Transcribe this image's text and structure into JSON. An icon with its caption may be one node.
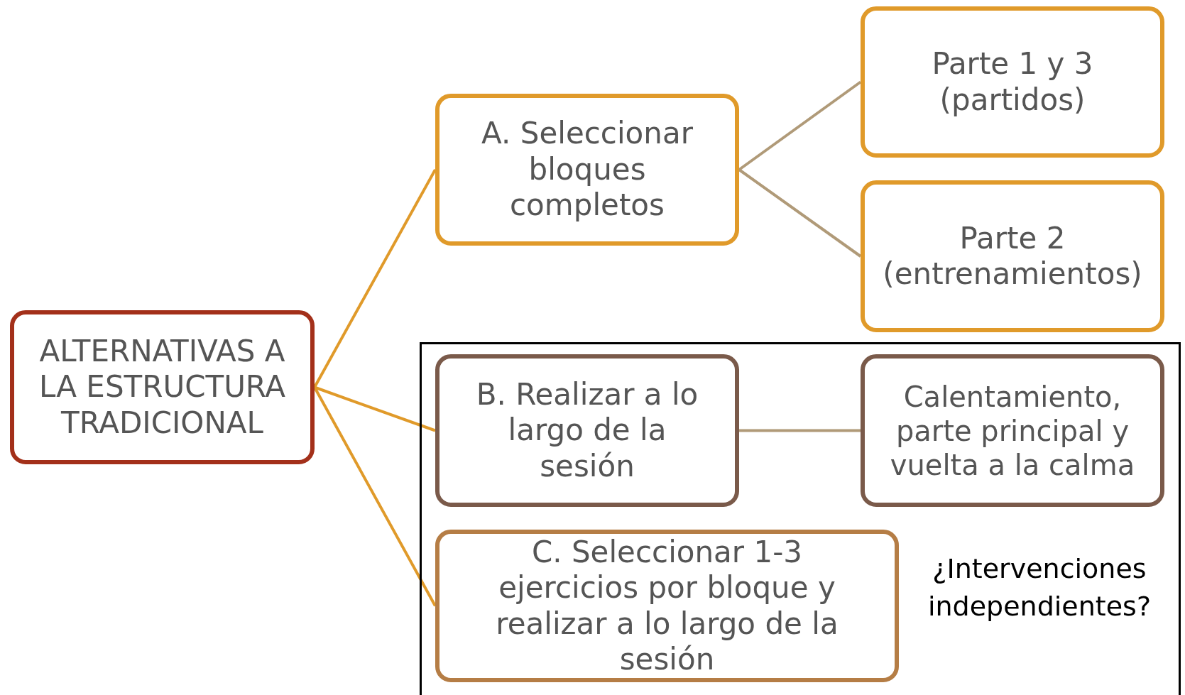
{
  "diagram": {
    "nodes": [
      {
        "text": [
          "ALTERNATIVAS A LA ESTRUCTURA TRADICIONAL"
        ]
      },
      {
        "text": [
          "A. Seleccionar bloques completos"
        ]
      },
      {
        "text": [
          "Parte 1 y 3 (partidos)"
        ]
      },
      {
        "text": [
          "Parte 2 (entrenamientos)"
        ]
      },
      {
        "text": [
          "¿Intervenciones independientes?"
        ]
      },
      {
        "text": [
          "B. Realizar a lo largo de la sesión"
        ],
        "in": 4
      },
      {
        "text": [
          "Calentamiento, parte principal y vuelta a la calma"
        ],
        "in": 4
      },
      {
        "text": [
          "C. Seleccionar 1-3 ejercicios por bloque y realizar a lo largo de la sesión"
        ],
        "in": 4
      }
    ],
    "edges": [
      {
        "from": 0,
        "to": 1,
        "arrow": "none",
        "color": "#e09a2a"
      },
      {
        "from": 0,
        "to": 5,
        "arrow": "none",
        "color": "#e09a2a"
      },
      {
        "from": 0,
        "to": 7,
        "arrow": "none",
        "color": "#e09a2a"
      },
      {
        "from": 1,
        "to": 2,
        "arrow": "none",
        "color": "#b09a78"
      },
      {
        "from": 1,
        "to": 3,
        "arrow": "none",
        "color": "#b09a78"
      },
      {
        "from": 5,
        "to": 6,
        "arrow": "none",
        "color": "#b09a78"
      }
    ]
  }
}
